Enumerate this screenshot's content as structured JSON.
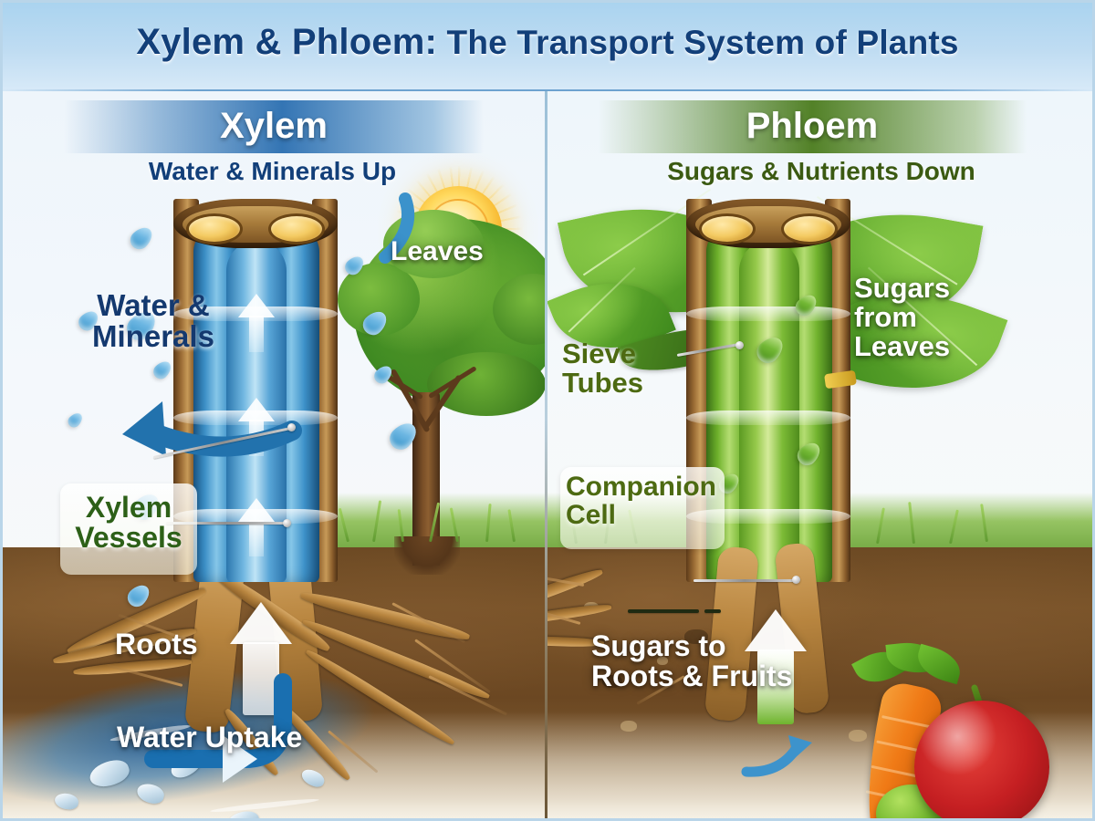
{
  "title": {
    "strong": "Xylem & Phloem:",
    "rest": " The Transport System of Plants"
  },
  "panels": {
    "xylem": {
      "header": "Xylem",
      "subtitle": "Water & Minerals Up",
      "header_color": "#246aae",
      "labels": {
        "water_minerals": "Water &\nMinerals",
        "leaves": "Leaves",
        "xylem_vessels": "Xylem\nVessels",
        "roots": "Roots",
        "water_uptake": "Water Uptake"
      }
    },
    "phloem": {
      "header": "Phloem",
      "subtitle": "Sugars & Nutrients Down",
      "header_color": "#4a7b1c",
      "labels": {
        "sieve_tubes": "Sieve\nTubes",
        "companion_cell": "Companion\nCell",
        "sugars_from_leaves": "Sugars\nfrom\nLeaves",
        "sugars_to_roots": "Sugars to\nRoots & Fruits"
      }
    }
  },
  "icons": {
    "sun": "sun-icon",
    "water_drop": "water-drop-icon",
    "sugar_drop": "sugar-drop-icon",
    "up_arrow": "arrow-up-icon",
    "down_arrow": "arrow-down-icon",
    "curved_arrow": "curved-arrow-icon",
    "tree": "tree-icon",
    "leaf": "leaf-icon",
    "apple": "apple-icon",
    "carrot": "carrot-icon",
    "roots": "roots-icon"
  },
  "colors": {
    "title_navy": "#123f79",
    "xylem_blue": "#246aae",
    "phloem_green": "#4a7b1c",
    "label_navy": "#14396f",
    "label_dark_green": "#2d6018",
    "label_olive": "#4d6a12",
    "soil_brown": "#6d4a24",
    "water_blue": "#1660a8",
    "apple_red": "#c51f22",
    "carrot_orange": "#f07a16",
    "sun_yellow": "#ffd95e"
  }
}
